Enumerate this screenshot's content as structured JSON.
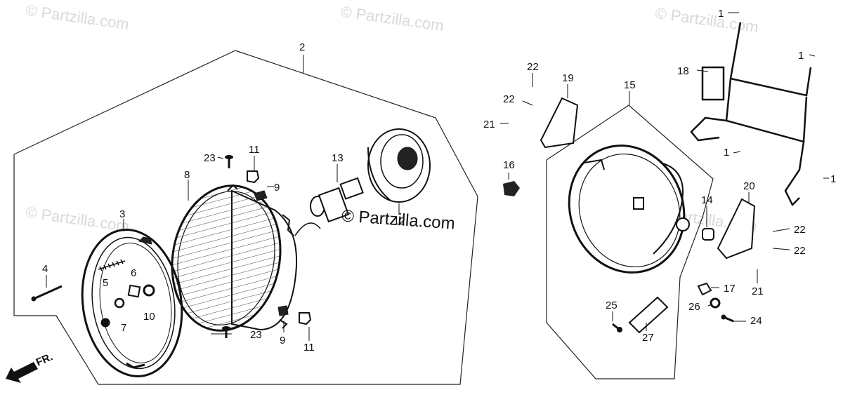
{
  "watermarks": [
    {
      "text": "© Partzilla.com"
    },
    {
      "text": "© Partzilla.com"
    },
    {
      "text": "© Partzilla.com"
    },
    {
      "text": "© Partzilla.com"
    },
    {
      "text": "© Partzilla.com"
    }
  ],
  "center_watermark": "© Partzilla.com",
  "direction_label": "FR.",
  "callouts": [
    "1",
    "1",
    "1",
    "1",
    "2",
    "3",
    "4",
    "5",
    "6",
    "7",
    "8",
    "9",
    "9",
    "10",
    "11",
    "11",
    "12",
    "13",
    "14",
    "15",
    "16",
    "17",
    "18",
    "19",
    "20",
    "21",
    "21",
    "22",
    "22",
    "22",
    "22",
    "23",
    "23",
    "24",
    "25",
    "26",
    "27"
  ]
}
